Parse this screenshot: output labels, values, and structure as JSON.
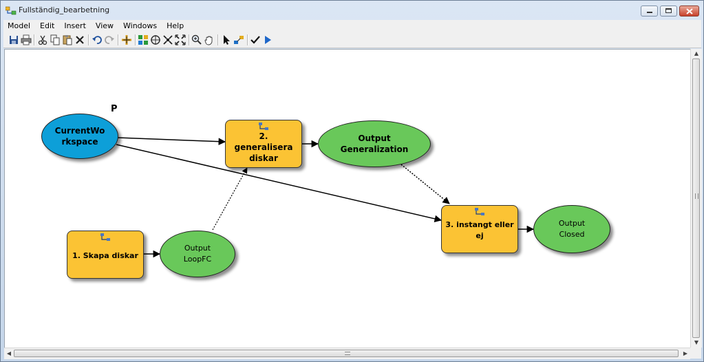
{
  "window": {
    "title": "Fullständig_bearbetning"
  },
  "menu": [
    "Model",
    "Edit",
    "Insert",
    "View",
    "Windows",
    "Help"
  ],
  "toolbar_icons": [
    "save-icon",
    "print-icon",
    "cut-icon",
    "copy-icon",
    "paste-icon",
    "delete-icon",
    "undo-icon",
    "redo-icon",
    "add-data-icon",
    "auto-layout-icon",
    "full-extent-icon",
    "fixed-zoom-in-icon",
    "fixed-zoom-out-icon",
    "zoom-in-icon",
    "pan-icon",
    "select-icon",
    "connect-icon",
    "validate-icon",
    "run-icon"
  ],
  "model": {
    "parameter_marker": "P",
    "nodes": {
      "current_workspace": {
        "line1": "CurrentWo",
        "line2": "rkspace",
        "color": "#0d9fd8"
      },
      "generalisera": {
        "line1": "2.",
        "line2": "generalisera",
        "line3": "diskar",
        "color": "#fbc334"
      },
      "output_generalization": {
        "line1": "Output",
        "line2": "Generalization",
        "color": "#69c85a"
      },
      "skapa_diskar": {
        "line1": "1. Skapa diskar",
        "color": "#fbc334"
      },
      "output_loopfc": {
        "line1": "Output",
        "line2": "LoopFC",
        "color": "#69c85a"
      },
      "instangt": {
        "line1": "3. instangt eller",
        "line2": "ej",
        "color": "#fbc334"
      },
      "output_closed": {
        "line1": "Output",
        "line2": "Closed",
        "color": "#69c85a"
      }
    }
  }
}
